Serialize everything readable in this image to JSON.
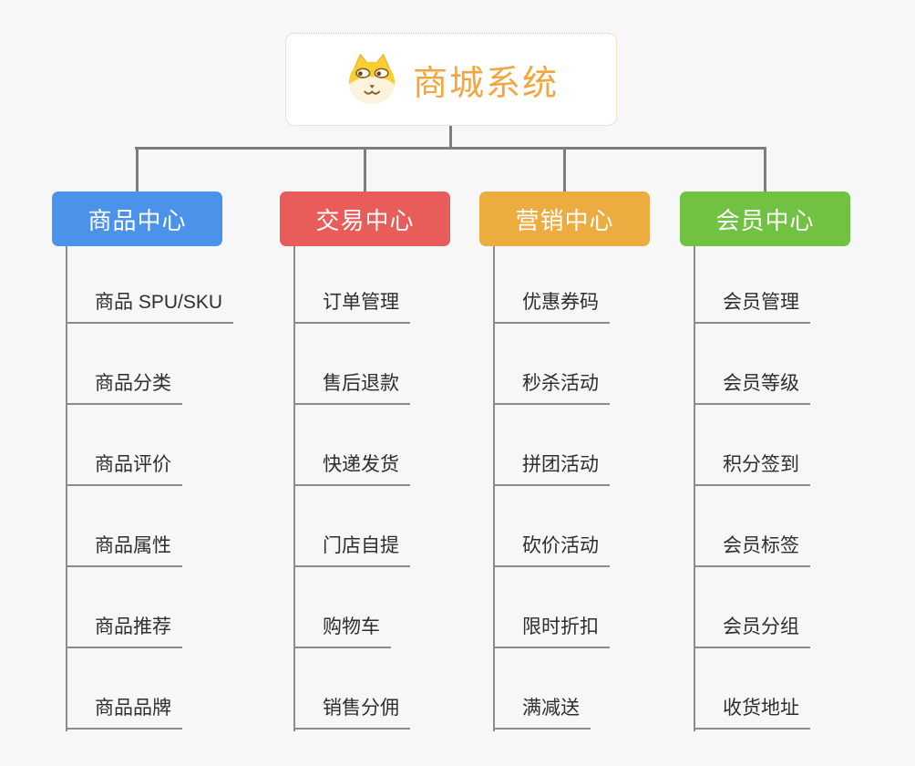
{
  "root": {
    "title": "商城系统",
    "icon": "dog-icon",
    "title_color": "#f2a640",
    "border_color": "#f0c384"
  },
  "connector_color": "#7d7d7d",
  "background_color": "#f7f7f7",
  "branches": [
    {
      "label": "商品中心",
      "color": "#4b93ea",
      "children": [
        "商品 SPU/SKU",
        "商品分类",
        "商品评价",
        "商品属性",
        "商品推荐",
        "商品品牌"
      ]
    },
    {
      "label": "交易中心",
      "color": "#e85c5a",
      "children": [
        "订单管理",
        "售后退款",
        "快递发货",
        "门店自提",
        "购物车",
        "销售分佣"
      ]
    },
    {
      "label": "营销中心",
      "color": "#ecac3f",
      "children": [
        "优惠券码",
        "秒杀活动",
        "拼团活动",
        "砍价活动",
        "限时折扣",
        "满减送"
      ]
    },
    {
      "label": "会员中心",
      "color": "#71c143",
      "children": [
        "会员管理",
        "会员等级",
        "积分签到",
        "会员标签",
        "会员分组",
        "收货地址"
      ]
    }
  ]
}
